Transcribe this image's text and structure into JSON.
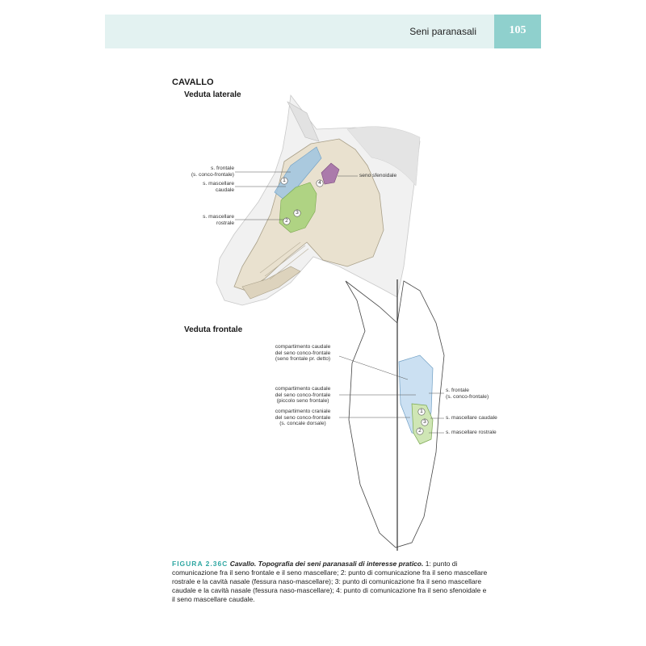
{
  "header": {
    "title": "Seni paranasali",
    "page_number": "105"
  },
  "section_title": "CAVALLO",
  "lateral": {
    "title": "Veduta laterale",
    "labels": {
      "frontale": "s. frontale\n(s. conco-frontale)",
      "mascellare_caudale": "s. mascellare\ncaudale",
      "mascellare_rostrale": "s. mascellare\nrostrale",
      "sfenoidale": "seno sfenoidale"
    },
    "markers": [
      "1",
      "2",
      "3",
      "4"
    ]
  },
  "frontal": {
    "title": "Veduta frontale",
    "labels": {
      "comp_caudale_pr": "compartimento caudale\ndel seno conco-frontale\n(seno frontale pr. detto)",
      "comp_caudale_piccolo": "compartimento caudale\ndel seno conco-frontale\n(piccolo seno frontale)",
      "comp_craniale": "compartimento craniale\ndel seno conco-frontale\n(s. concale dorsale)",
      "frontale": "s. frontale\n(s. conco-frontale)",
      "mascellare_caudale": "s. mascellare caudale",
      "mascellare_rostrale": "s. mascellare rostrale"
    },
    "markers": [
      "1",
      "3",
      "2"
    ]
  },
  "caption": {
    "label": "FIGURA 2.36C",
    "title": "Cavallo. Topografia dei seni paranasali di interesse pratico.",
    "text": " 1: punto di comunicazione fra il seno frontale e il seno mascellare; 2: punto di comunicazione fra il seno mascellare rostrale e la cavità nasale (fessura naso-mascellare); 3: punto di comunicazione fra il seno mascellare caudale e la cavità nasale (fessura naso-mascellare); 4: punto di comunicazione fra il seno sfenoidale e il seno mascellare caudale."
  },
  "colors": {
    "accent": "#2fa7a2",
    "header_bg": "#e3f2f1",
    "page_box": "#8fd0cd",
    "sinus_blue": "#9fc4e0",
    "sinus_green": "#a9d27a",
    "sinus_purple": "#a46fa6",
    "bone": "#e9e1cf"
  }
}
